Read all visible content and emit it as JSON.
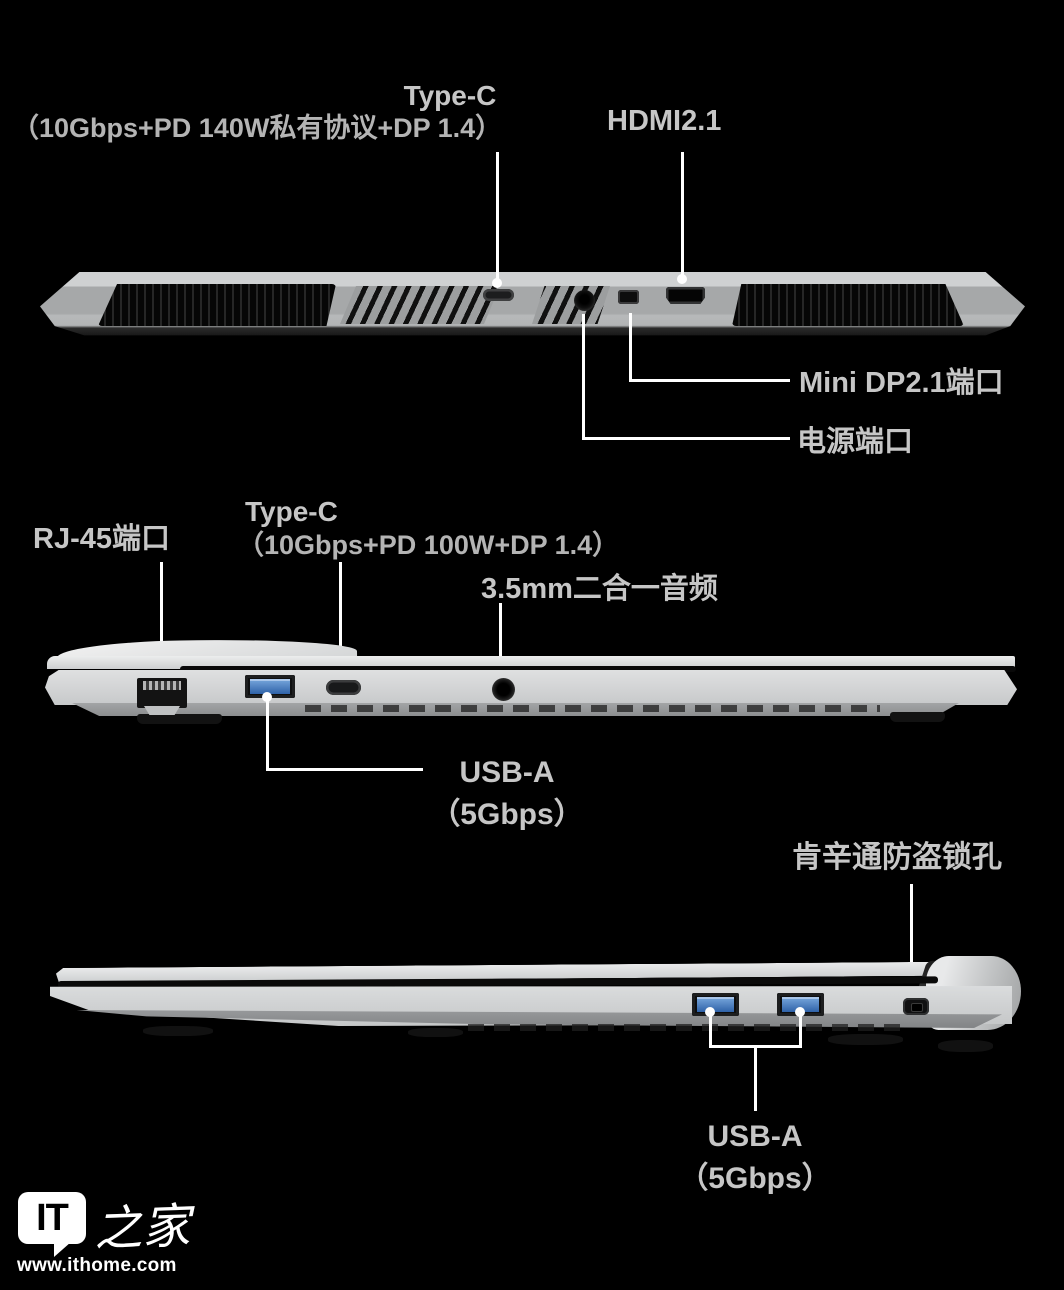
{
  "colors": {
    "background": "#000000",
    "label_text": "#c6c6c6",
    "subtitle_text": "#b4b4b4",
    "leader_line": "#ffffff",
    "laptop_body": "#cfd1d2",
    "usb_blue": "#3c70b4"
  },
  "back_view": {
    "typec": {
      "title": "Type-C",
      "subtitle": "（10Gbps+PD 140W私有协议+DP 1.4）"
    },
    "hdmi": {
      "label": "HDMI2.1"
    },
    "minidp": {
      "label": "Mini DP2.1端口"
    },
    "power": {
      "label": "电源端口"
    }
  },
  "left_view": {
    "rj45": {
      "label": "RJ-45端口"
    },
    "typec": {
      "title": "Type-C",
      "subtitle": "（10Gbps+PD 100W+DP 1.4）"
    },
    "audio": {
      "label": "3.5mm二合一音频"
    },
    "usba": {
      "title": "USB-A",
      "subtitle": "（5Gbps）"
    }
  },
  "right_view": {
    "kensington": {
      "label": "肯辛通防盗锁孔"
    },
    "usba": {
      "title": "USB-A",
      "subtitle": "（5Gbps）"
    }
  },
  "footer": {
    "logo_text": "IT",
    "logo_suffix": "之家",
    "url": "www.ithome.com"
  }
}
